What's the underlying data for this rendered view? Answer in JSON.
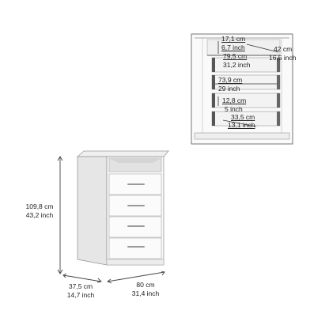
{
  "dimensions": {
    "height": {
      "cm": "109,8 cm",
      "inch": "43,2 inch"
    },
    "depth": {
      "cm": "37,5 cm",
      "inch": "14,7 inch"
    },
    "width": {
      "cm": "80 cm",
      "inch": "31,4 inch"
    }
  },
  "interior": {
    "top_opening": {
      "cm": "17,1 cm",
      "inch": "6,7 inch"
    },
    "inner_depth": {
      "cm": "42 cm",
      "inch": "16,5 inch"
    },
    "inner_width": {
      "cm": "79,5 cm",
      "inch": "31,2 inch"
    },
    "drawer_width": {
      "cm": "73,9 cm",
      "inch": "29 inch"
    },
    "drawer_height": {
      "cm": "12,8 cm",
      "inch": "5 inch"
    },
    "drawer_depth": {
      "cm": "33,5 cm",
      "inch": "13,1 inch"
    }
  },
  "colors": {
    "line": "#555555",
    "panel": "#f4f4f4",
    "panel_dark": "#d9d9d9",
    "handle": "#b0b0b0"
  }
}
